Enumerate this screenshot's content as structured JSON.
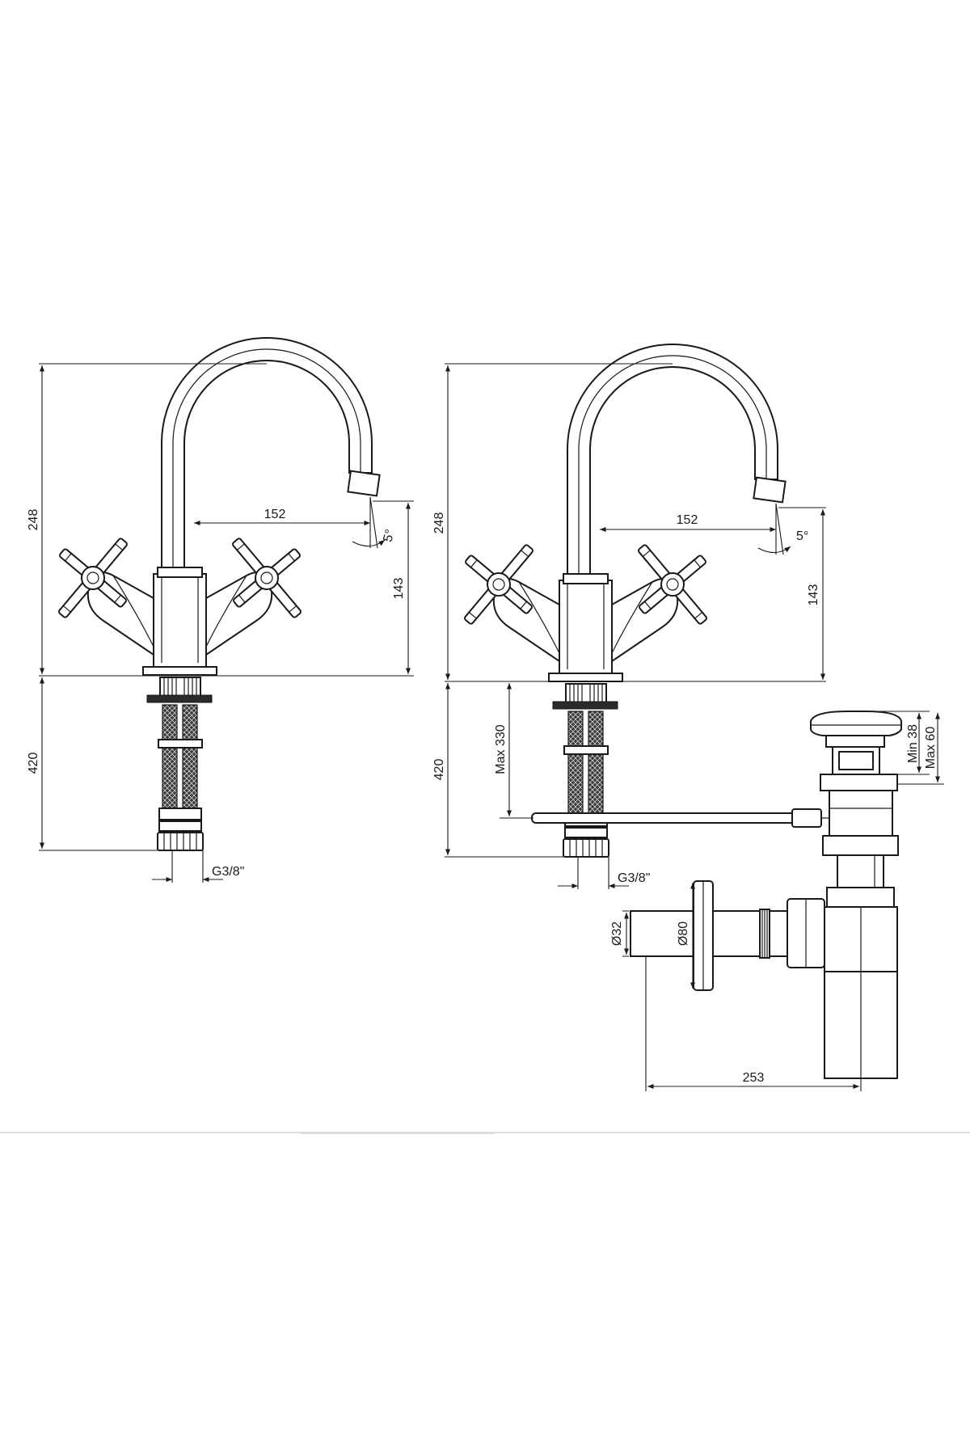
{
  "colors": {
    "line": "#1a1a1a",
    "background": "#ffffff",
    "separator": "#dddddd"
  },
  "left_view": {
    "overall_height": "248",
    "spout_reach": "152",
    "outlet_angle": "5°",
    "outlet_height": "143",
    "hose_length": "420",
    "thread": "G3/8\""
  },
  "right_view": {
    "overall_height": "248",
    "spout_reach": "152",
    "outlet_angle": "5°",
    "outlet_height": "143",
    "hose_length": "420",
    "rod_depth": "Max 330",
    "thread": "G3/8\""
  },
  "waste": {
    "plug_min": "Min 38",
    "plug_max": "Max 60",
    "outlet_diameter": "Ø32",
    "flange_diameter": "Ø80",
    "trap_length": "253"
  }
}
